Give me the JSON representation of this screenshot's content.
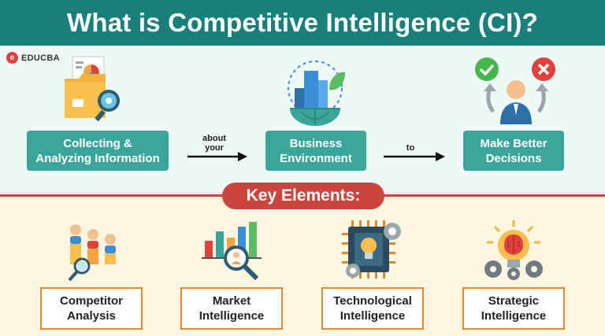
{
  "title": "What is Competitive Intelligence (CI)?",
  "brand": {
    "mark": "e",
    "name": "EDUCBA"
  },
  "flow": {
    "steps": [
      {
        "line1": "Collecting &",
        "line2": "Analyzing Information",
        "icon": "folder-report-icon"
      },
      {
        "line1": "Business",
        "line2": "Environment",
        "icon": "globe-city-icon"
      },
      {
        "line1": "Make Better",
        "line2": "Decisions",
        "icon": "person-decision-icon"
      }
    ],
    "connectors": [
      {
        "line1": "about",
        "line2": "your"
      },
      {
        "line1": "to",
        "line2": ""
      }
    ]
  },
  "key_elements": {
    "heading": "Key Elements:",
    "items": [
      {
        "line1": "Competitor",
        "line2": "Analysis",
        "icon": "competitor-analysis-icon"
      },
      {
        "line1": "Market",
        "line2": "Intelligence",
        "icon": "market-chart-icon"
      },
      {
        "line1": "Technological",
        "line2": "Intelligence",
        "icon": "chip-bulb-icon"
      },
      {
        "line1": "Strategic",
        "line2": "Intelligence",
        "icon": "brain-gears-icon"
      }
    ]
  },
  "colors": {
    "header": "#1a7f7a",
    "flow_box": "#3aa59a",
    "accent_red": "#c9463d",
    "element_border": "#e08a2c"
  }
}
